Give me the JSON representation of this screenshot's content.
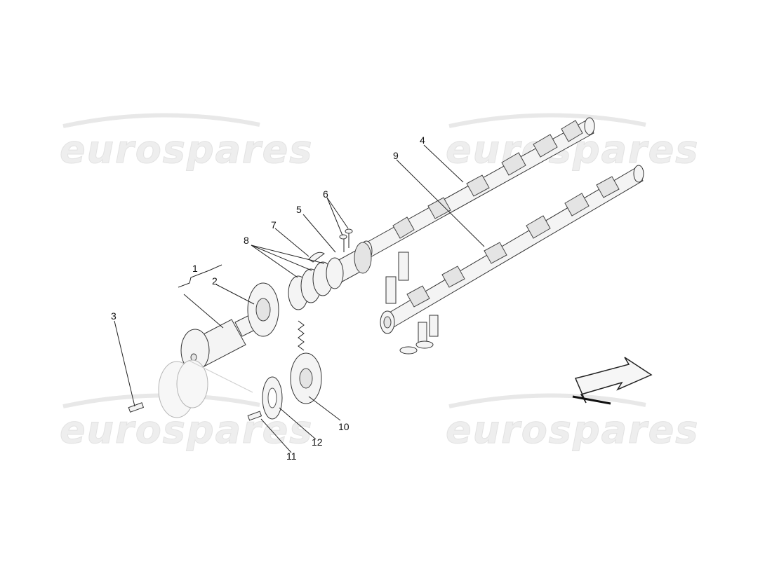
{
  "watermark": {
    "text": "eurospares",
    "color": "#e6e6e6"
  },
  "callouts": [
    {
      "id": "1",
      "text": "1"
    },
    {
      "id": "2",
      "text": "2"
    },
    {
      "id": "3",
      "text": "3"
    },
    {
      "id": "4",
      "text": "4"
    },
    {
      "id": "5",
      "text": "5"
    },
    {
      "id": "6",
      "text": "6"
    },
    {
      "id": "7",
      "text": "7"
    },
    {
      "id": "8",
      "text": "8"
    },
    {
      "id": "9",
      "text": "9"
    },
    {
      "id": "10",
      "text": "10"
    },
    {
      "id": "11",
      "text": "11"
    },
    {
      "id": "12",
      "text": "12"
    }
  ],
  "direction_arrow": {
    "icon": "direction-arrow-icon"
  }
}
